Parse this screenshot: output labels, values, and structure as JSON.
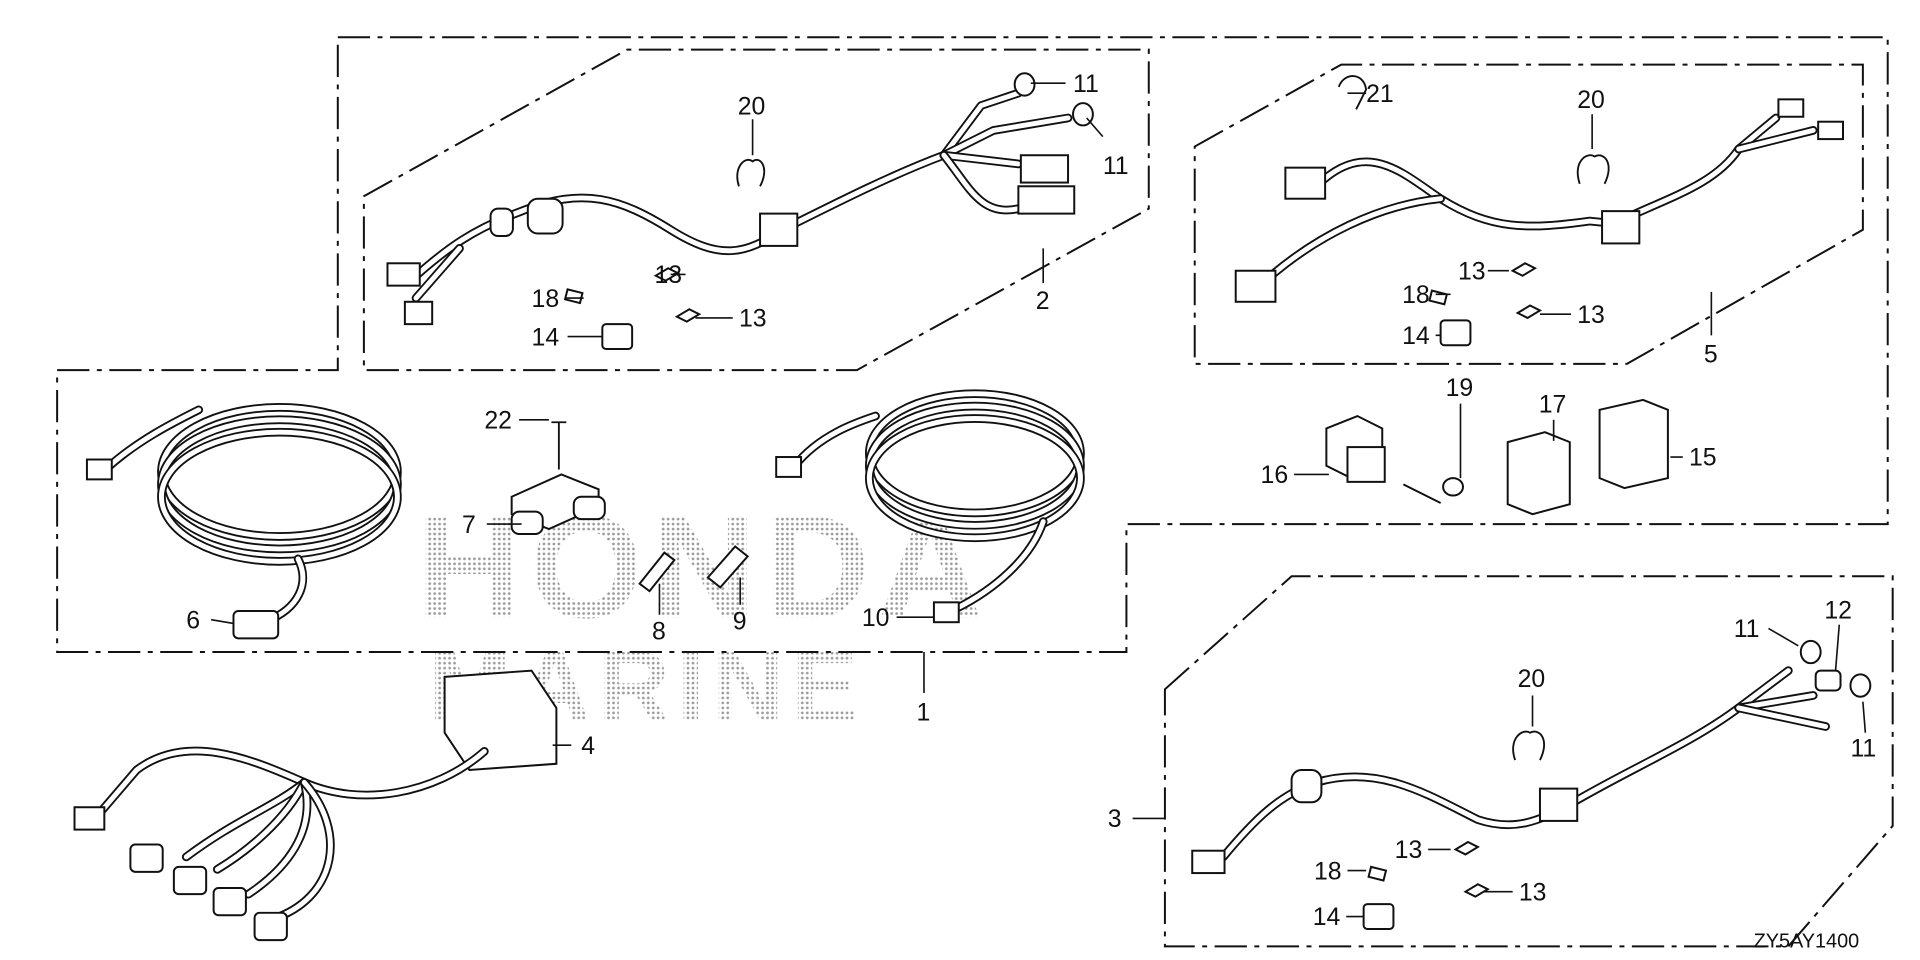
{
  "diagram": {
    "title_code": "ZY5AY1400",
    "watermark": [
      "HONDA",
      "MARINE"
    ],
    "callouts": {
      "p1": "1",
      "p2": "2",
      "p3": "3",
      "p4": "4",
      "p5": "5",
      "p6": "6",
      "p7": "7",
      "p8": "8",
      "p9": "9",
      "p10": "10",
      "p11a": "11",
      "p11b": "11",
      "p11c": "11",
      "p11d": "11",
      "p12": "12",
      "p13a": "13",
      "p13b": "13",
      "p13c": "13",
      "p13d": "13",
      "p13e": "13",
      "p13f": "13",
      "p14a": "14",
      "p14b": "14",
      "p14c": "14",
      "p15": "15",
      "p16": "16",
      "p17": "17",
      "p18a": "18",
      "p18b": "18",
      "p18c": "18",
      "p19": "19",
      "p20a": "20",
      "p20b": "20",
      "p20c": "20",
      "p21": "21",
      "p22": "22"
    }
  }
}
